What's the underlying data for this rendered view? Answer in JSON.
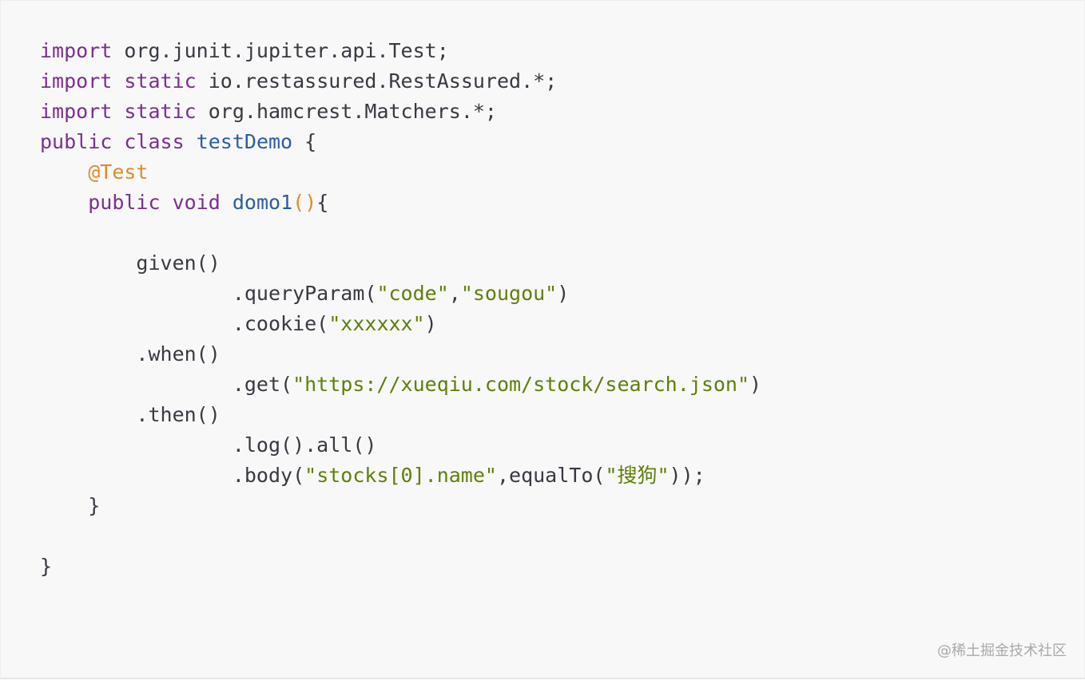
{
  "code_block": {
    "lines": [
      [
        {
          "t": "import",
          "c": "kw"
        },
        {
          "t": " org.junit.jupiter.api.Test;",
          "c": "plain"
        }
      ],
      [
        {
          "t": "import",
          "c": "kw"
        },
        {
          "t": " ",
          "c": "plain"
        },
        {
          "t": "static",
          "c": "kw"
        },
        {
          "t": " io.restassured.RestAssured.*;",
          "c": "plain"
        }
      ],
      [
        {
          "t": "import",
          "c": "kw"
        },
        {
          "t": " ",
          "c": "plain"
        },
        {
          "t": "static",
          "c": "kw"
        },
        {
          "t": " org.hamcrest.Matchers.*;",
          "c": "plain"
        }
      ],
      [
        {
          "t": "public",
          "c": "kw"
        },
        {
          "t": " ",
          "c": "plain"
        },
        {
          "t": "class",
          "c": "kw"
        },
        {
          "t": " ",
          "c": "plain"
        },
        {
          "t": "testDemo",
          "c": "cls"
        },
        {
          "t": " {",
          "c": "plain"
        }
      ],
      [
        {
          "t": "    ",
          "c": "plain"
        },
        {
          "t": "@Test",
          "c": "ann"
        }
      ],
      [
        {
          "t": "    ",
          "c": "plain"
        },
        {
          "t": "public",
          "c": "kw"
        },
        {
          "t": " ",
          "c": "plain"
        },
        {
          "t": "void",
          "c": "kw"
        },
        {
          "t": " ",
          "c": "plain"
        },
        {
          "t": "domo1",
          "c": "cls"
        },
        {
          "t": "()",
          "c": "paren"
        },
        {
          "t": "{",
          "c": "plain"
        }
      ],
      [],
      [
        {
          "t": "        given()",
          "c": "plain"
        }
      ],
      [
        {
          "t": "                .queryParam(",
          "c": "plain"
        },
        {
          "t": "\"code\"",
          "c": "str"
        },
        {
          "t": ",",
          "c": "plain"
        },
        {
          "t": "\"sougou\"",
          "c": "str"
        },
        {
          "t": ")",
          "c": "plain"
        }
      ],
      [
        {
          "t": "                .cookie(",
          "c": "plain"
        },
        {
          "t": "\"xxxxxx\"",
          "c": "str"
        },
        {
          "t": ")",
          "c": "plain"
        }
      ],
      [
        {
          "t": "        .when()",
          "c": "plain"
        }
      ],
      [
        {
          "t": "                .get(",
          "c": "plain"
        },
        {
          "t": "\"https://xueqiu.com/stock/search.json\"",
          "c": "str"
        },
        {
          "t": ")",
          "c": "plain"
        }
      ],
      [
        {
          "t": "        .then()",
          "c": "plain"
        }
      ],
      [
        {
          "t": "                .log().all()",
          "c": "plain"
        }
      ],
      [
        {
          "t": "                .body(",
          "c": "plain"
        },
        {
          "t": "\"stocks[0].name\"",
          "c": "str"
        },
        {
          "t": ",equalTo(",
          "c": "plain"
        },
        {
          "t": "\"搜狗\"",
          "c": "str"
        },
        {
          "t": "));",
          "c": "plain"
        }
      ],
      [
        {
          "t": "    }",
          "c": "plain"
        }
      ],
      [],
      [
        {
          "t": "}",
          "c": "plain"
        }
      ]
    ]
  },
  "colors": {
    "keyword": "#7a2f8f",
    "identifier": "#2c5e9e",
    "string": "#5f7f0a",
    "annotation": "#e08a2c",
    "text": "#383a42",
    "background": "#f8f8f8"
  },
  "watermark": {
    "text": "@稀土掘金技术社区"
  }
}
